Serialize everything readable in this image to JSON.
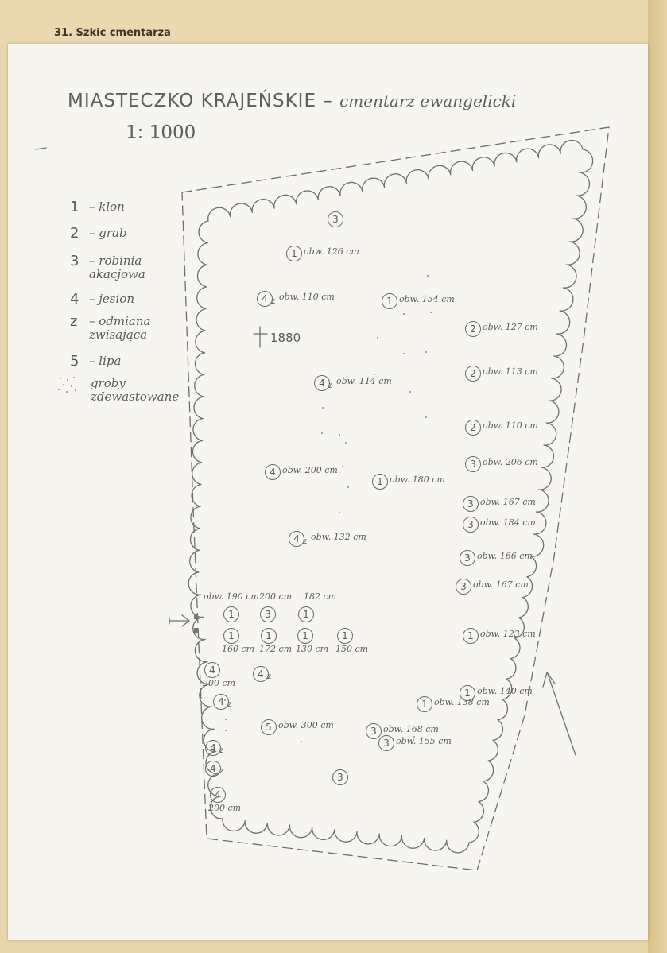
{
  "header": {
    "label": "31. Szkic cmentarza"
  },
  "map": {
    "title_main": "MIASTECZKO KRAJEŃSKIE",
    "title_dash": "–",
    "title_sub": "cmentarz ewangelicki",
    "scale": "1: 1000",
    "cross_year": "1880"
  },
  "legend": [
    {
      "key": "1",
      "label": "– klon"
    },
    {
      "key": "2",
      "label": "– grab"
    },
    {
      "key": "3",
      "label": "– robinia akacjowa"
    },
    {
      "key": "4",
      "label": "– jesion"
    },
    {
      "key": "z",
      "label": "– odmiana zwisająca"
    },
    {
      "key": "5",
      "label": "– lipa"
    },
    {
      "key": "",
      "label": "groby zdewastowane"
    }
  ],
  "trees": [
    {
      "num": "3",
      "sub": "",
      "tag": ""
    },
    {
      "num": "1",
      "sub": "",
      "tag": "obw. 126 cm"
    },
    {
      "num": "4",
      "sub": "z",
      "tag": "obw. 110 cm"
    },
    {
      "num": "1",
      "sub": "",
      "tag": "obw. 154 cm"
    },
    {
      "num": "2",
      "sub": "",
      "tag": "obw. 127 cm"
    },
    {
      "num": "4",
      "sub": "z",
      "tag": "obw. 114 cm"
    },
    {
      "num": "2",
      "sub": "",
      "tag": "obw. 113 cm"
    },
    {
      "num": "2",
      "sub": "",
      "tag": "obw. 110 cm"
    },
    {
      "num": "4",
      "sub": "",
      "tag": "obw. 200 cm."
    },
    {
      "num": "1",
      "sub": "",
      "tag": "obw. 180 cm"
    },
    {
      "num": "3",
      "sub": "",
      "tag": "obw. 206 cm"
    },
    {
      "num": "3",
      "sub": "",
      "tag": "obw. 167 cm"
    },
    {
      "num": "3",
      "sub": "",
      "tag": "obw. 184 cm"
    },
    {
      "num": "4",
      "sub": "z",
      "tag": "obw. 132 cm"
    },
    {
      "num": "3",
      "sub": "",
      "tag": "obw. 166 cm"
    },
    {
      "num": "3",
      "sub": "",
      "tag": "obw. 167 cm"
    },
    {
      "num": "1",
      "sub": "",
      "tag": ""
    },
    {
      "num": "3",
      "sub": "",
      "tag": ""
    },
    {
      "num": "1",
      "sub": "",
      "tag": ""
    },
    {
      "num": "1",
      "sub": "",
      "tag": "160 cm"
    },
    {
      "num": "1",
      "sub": "",
      "tag": "172 cm"
    },
    {
      "num": "1",
      "sub": "",
      "tag": "130 cm"
    },
    {
      "num": "1",
      "sub": "",
      "tag": "150 cm"
    },
    {
      "num": "1",
      "sub": "",
      "tag": "obw. 123 cm"
    },
    {
      "num": "4",
      "sub": "",
      "tag": "200 cm"
    },
    {
      "num": "4",
      "sub": "z",
      "tag": ""
    },
    {
      "num": "4",
      "sub": "z",
      "tag": ""
    },
    {
      "num": "1",
      "sub": "",
      "tag": "obw. 140 cm"
    },
    {
      "num": "1",
      "sub": "",
      "tag": "obw. 138 cm"
    },
    {
      "num": "5",
      "sub": "",
      "tag": "obw. 300 cm"
    },
    {
      "num": "3",
      "sub": "",
      "tag": "obw. 168 cm"
    },
    {
      "num": "3",
      "sub": "",
      "tag": "obw. 155 cm"
    },
    {
      "num": "4",
      "sub": "z",
      "tag": ""
    },
    {
      "num": "4",
      "sub": "z",
      "tag": ""
    },
    {
      "num": "3",
      "sub": "",
      "tag": ""
    },
    {
      "num": "4",
      "sub": "",
      "tag": "200 cm"
    }
  ],
  "top_row_tags": [
    "obw. 190 cm",
    "200 cm",
    "182 cm"
  ]
}
